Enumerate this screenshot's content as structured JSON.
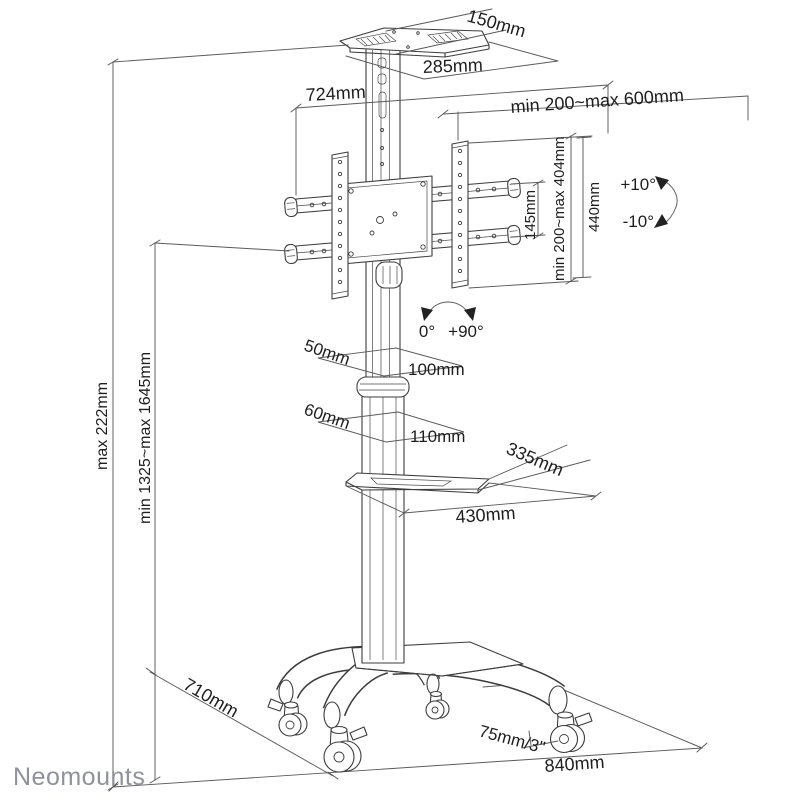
{
  "brand": {
    "logo_text": "Neomounts"
  },
  "diagram": {
    "type": "technical-line-drawing",
    "product": "mobile TV floor stand with casters",
    "colors": {
      "line": "#3d3d3d",
      "dimension_line": "#5a5a5a",
      "label": "#1e1e1e",
      "logo": "#8d929b",
      "background": "#ffffff"
    }
  },
  "dimensions": {
    "top_shelf": {
      "depth": "150mm",
      "width": "285mm"
    },
    "mount": {
      "width": "724mm",
      "vesa_width_range": "min 200~max 600mm",
      "vesa_height_range": "min 200~max 404mm",
      "bracket_height": "440mm",
      "rail_spacing": "145mm"
    },
    "tilt": {
      "up": "+10°",
      "down": "-10°"
    },
    "swivel": {
      "min": "0°",
      "max": "+90°"
    },
    "column": {
      "upper_depth": "50mm",
      "upper_width": "100mm",
      "lower_depth": "60mm",
      "lower_width": "110mm"
    },
    "shelf": {
      "depth": "335mm",
      "width": "430mm"
    },
    "height": {
      "top_clearance": "max 222mm",
      "range": "min 1325~max 1645mm"
    },
    "base": {
      "depth": "710mm",
      "width": "840mm",
      "caster_size": "75mm/3\""
    }
  }
}
